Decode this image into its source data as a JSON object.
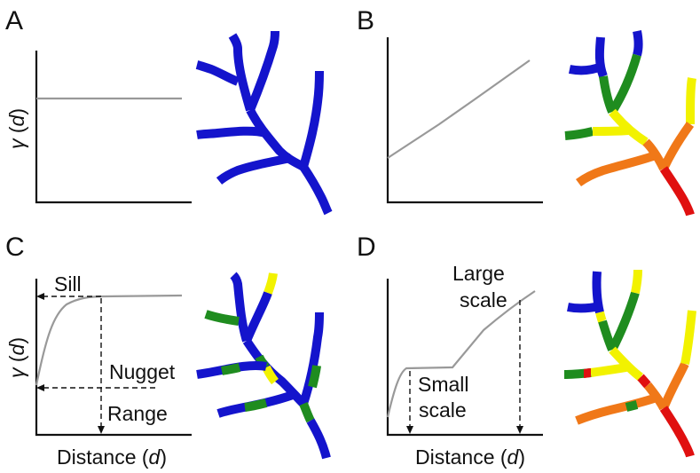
{
  "panels": {
    "A": {
      "letter": "A"
    },
    "B": {
      "letter": "B"
    },
    "C": {
      "letter": "C"
    },
    "D": {
      "letter": "D"
    }
  },
  "labels": {
    "y_axis_gamma": "γ",
    "y_axis_d": "d",
    "x_axis_distance": "Distance",
    "x_axis_d": "d",
    "sill": "Sill",
    "nugget": "Nugget",
    "range": "Range",
    "large": "Large",
    "large_scale": "scale",
    "small": "Small",
    "small_scale": "scale"
  },
  "colors": {
    "curve": "#999999",
    "axis": "#111111",
    "blue": "#1414cc",
    "green": "#1f8c1f",
    "yellow": "#f2f200",
    "orange": "#f07818",
    "red": "#e01010"
  }
}
